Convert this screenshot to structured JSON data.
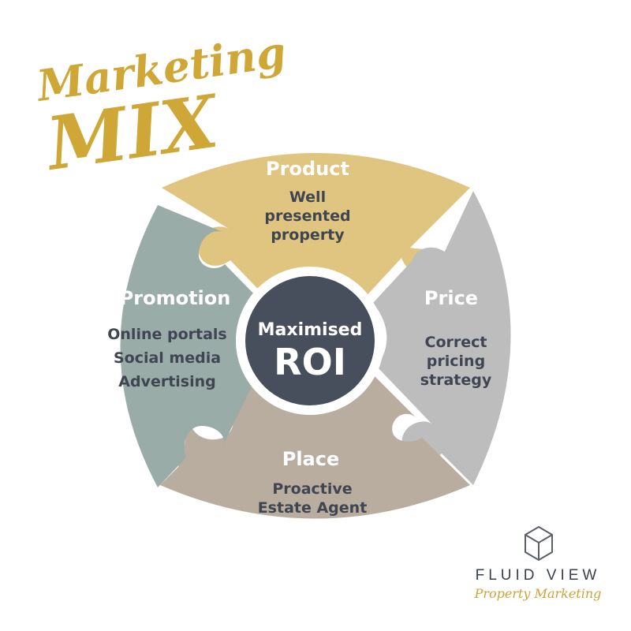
{
  "title": {
    "line1": "Marketing",
    "line2": "MIX"
  },
  "colors": {
    "gold": "#cfa737",
    "product": "#dfc57f",
    "price": "#bdbdbd",
    "place": "#b8ad9f",
    "promotion": "#9aaca8",
    "center": "#474f5c",
    "body_text": "#3f4551",
    "logo_text": "#3a3f48",
    "logo_accent": "#c9a43a"
  },
  "center": {
    "line1": "Maximised",
    "line2": "ROI"
  },
  "segments": {
    "product": {
      "title": "Product",
      "lines": [
        "Well",
        "presented",
        "property"
      ]
    },
    "price": {
      "title": "Price",
      "lines": [
        "Correct",
        "pricing",
        "strategy"
      ]
    },
    "place": {
      "title": "Place",
      "lines": [
        "Proactive",
        "Estate Agent"
      ]
    },
    "promotion": {
      "title": "Promotion",
      "lines": [
        "Online portals",
        "Social media",
        "Advertising"
      ]
    }
  },
  "logo": {
    "brand": "FLUID VIEW",
    "tagline": "Property Marketing",
    "icon": "hexagon-cube-icon"
  }
}
